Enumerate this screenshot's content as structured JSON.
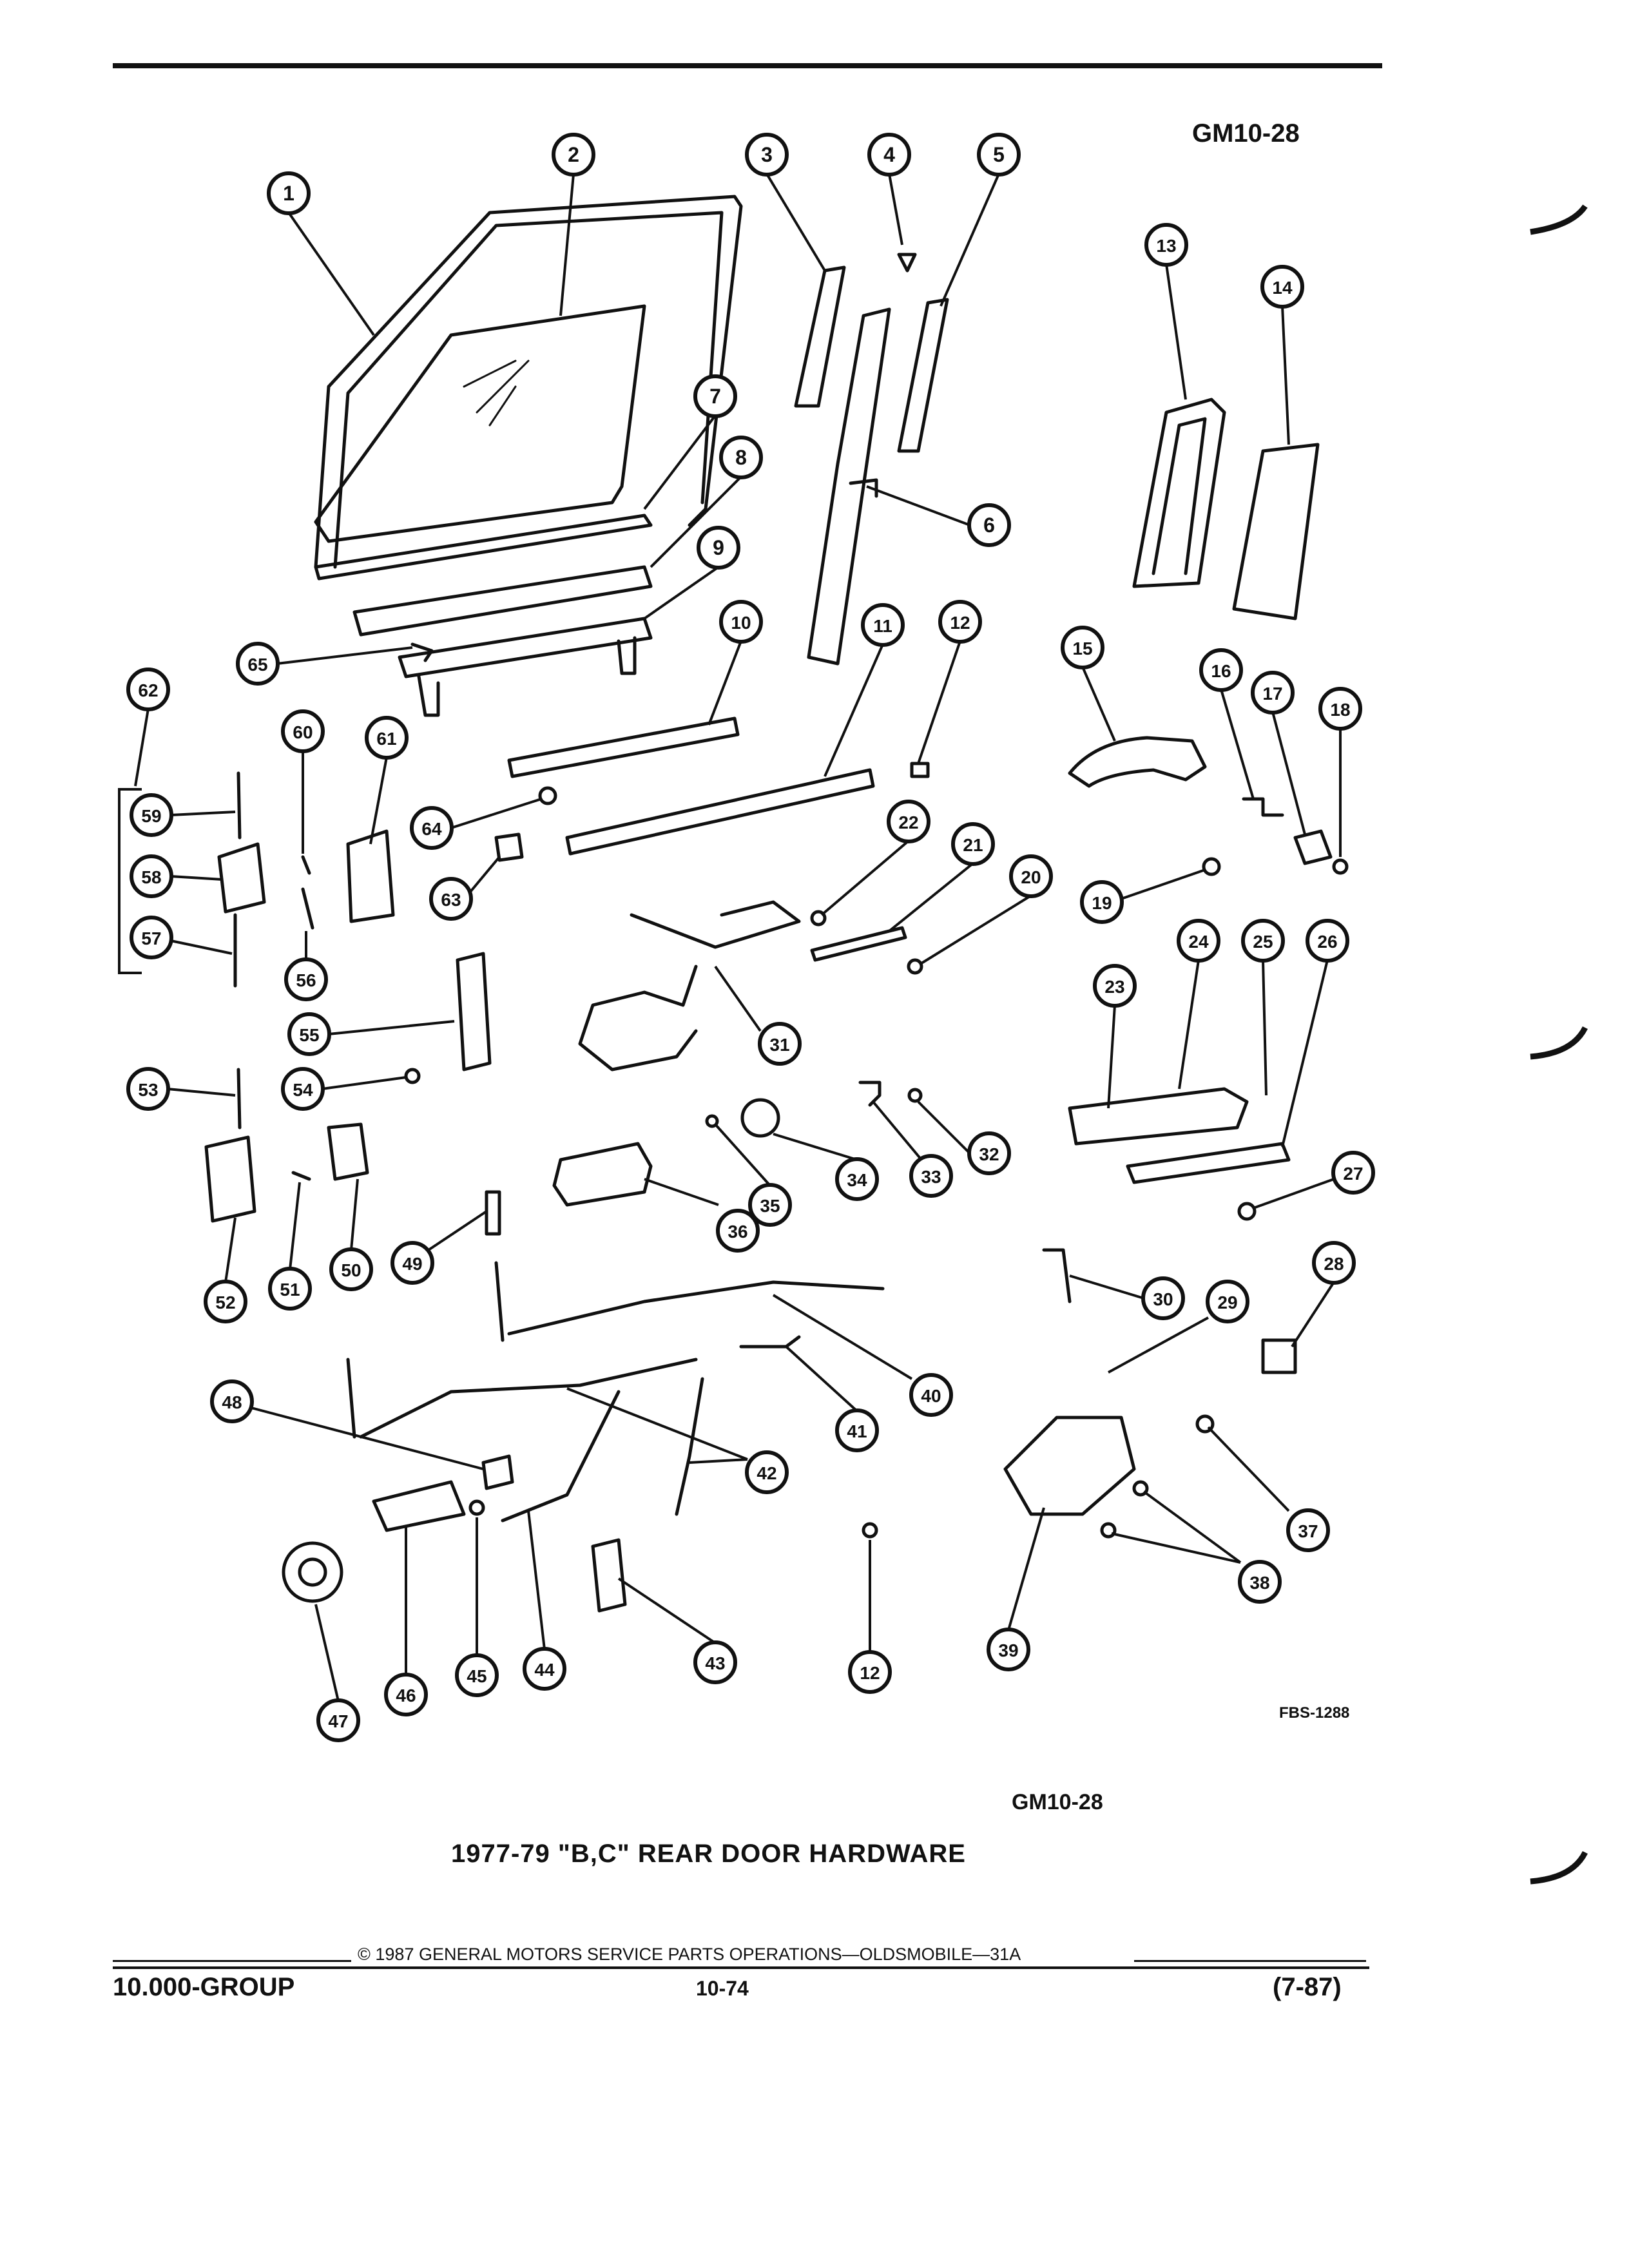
{
  "header": {
    "code_top": "GM10-28"
  },
  "figure": {
    "code_bottom": "GM10-28",
    "fbs_code": "FBS-1288",
    "caption": "1977-79 \"B,C\" REAR DOOR HARDWARE"
  },
  "footer": {
    "copyright": "© 1987 GENERAL MOTORS SERVICE PARTS OPERATIONS—OLDSMOBILE—31A",
    "group": "10.000-GROUP",
    "page": "10-74",
    "date": "(7-87)"
  },
  "callouts": [
    "1",
    "2",
    "3",
    "4",
    "5",
    "6",
    "7",
    "8",
    "9",
    "10",
    "11",
    "12",
    "13",
    "14",
    "15",
    "16",
    "17",
    "18",
    "19",
    "20",
    "21",
    "22",
    "23",
    "24",
    "25",
    "26",
    "27",
    "28",
    "29",
    "30",
    "31",
    "32",
    "33",
    "34",
    "35",
    "36",
    "37",
    "38",
    "39",
    "40",
    "41",
    "42",
    "43",
    "44",
    "45",
    "46",
    "47",
    "48",
    "49",
    "50",
    "51",
    "52",
    "53",
    "54",
    "55",
    "56",
    "57",
    "58",
    "59",
    "60",
    "61",
    "62",
    "63",
    "64",
    "65",
    "12"
  ],
  "colors": {
    "ink": "#111111",
    "paper": "#ffffff"
  }
}
